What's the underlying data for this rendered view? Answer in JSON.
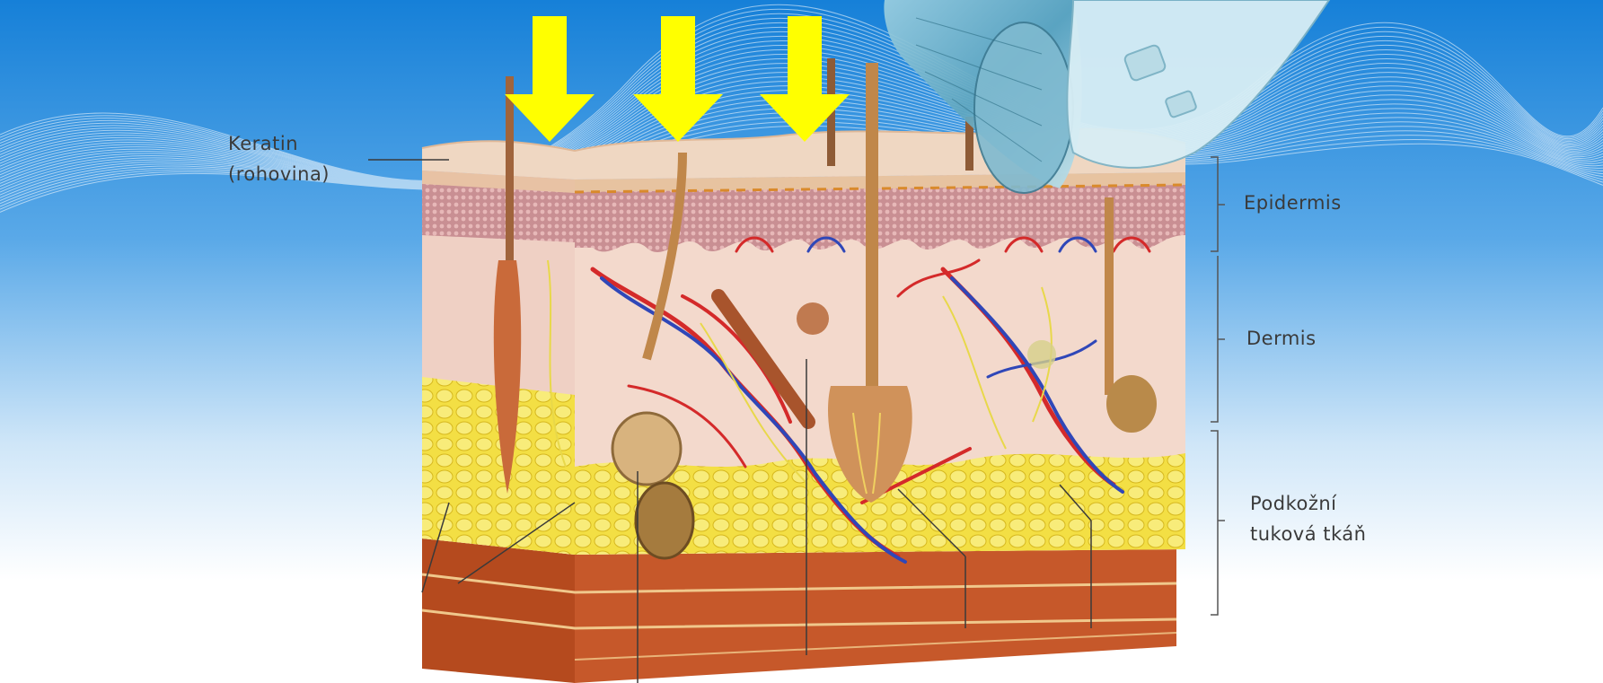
{
  "labels": {
    "keratin": "Keratin",
    "keratin_sub": "(rohovina)",
    "epidermis": "Epidermis",
    "dermis": "Dermis",
    "subcutis_line1": "Podkožní",
    "subcutis_line2": "tuková tkáň"
  },
  "arrows": {
    "count": 3,
    "color": "#ffff00"
  },
  "colors": {
    "sky_top": "#1a7fd6",
    "sky_bottom": "#ffffff",
    "skin": "#f1d4c6",
    "fat": "#f2dc3a",
    "artery": "#d42a2a",
    "vein": "#2f47b8"
  }
}
